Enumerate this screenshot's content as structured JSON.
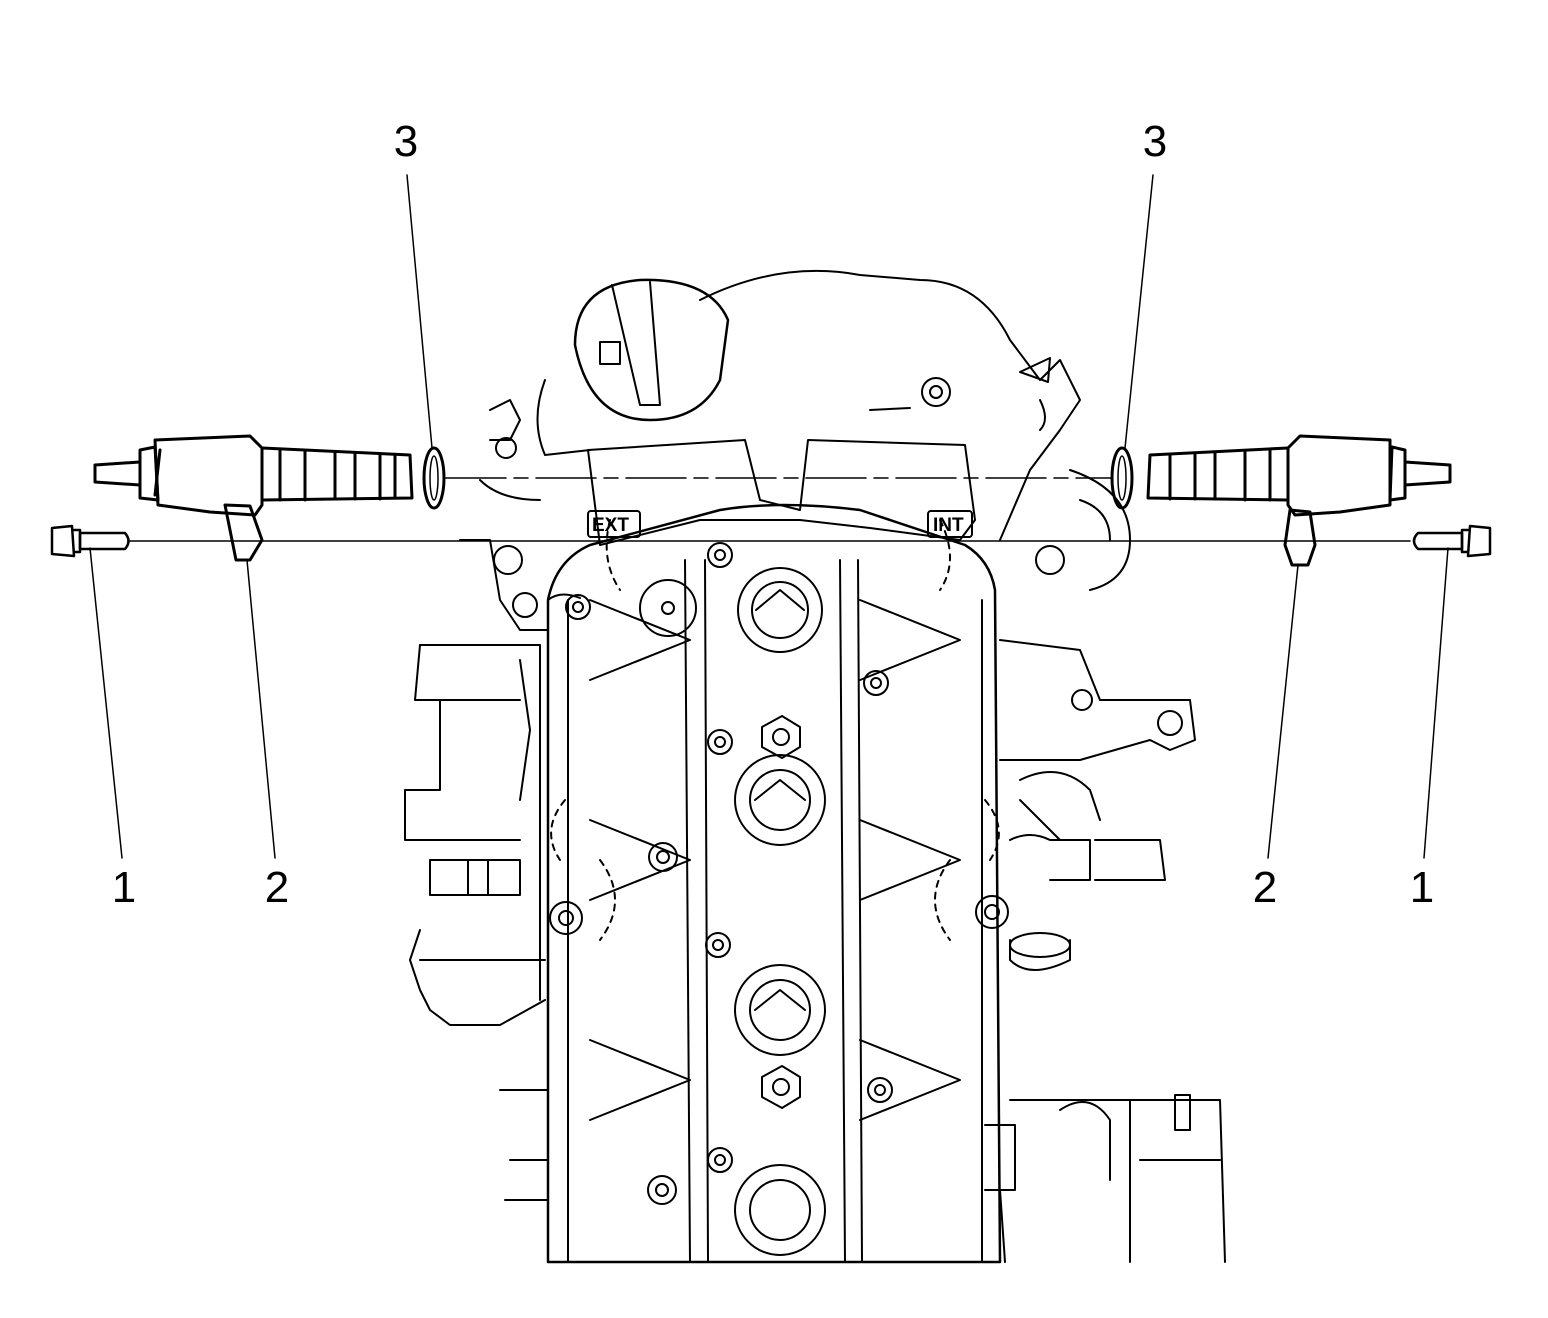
{
  "callouts": {
    "left_bolt": "1",
    "left_solenoid": "2",
    "left_seal": "3",
    "right_seal": "3",
    "right_solenoid": "2",
    "right_bolt": "1"
  },
  "engine_labels": {
    "exhaust": "EXT",
    "intake": "INT"
  },
  "colors": {
    "line": "#000000",
    "background": "#ffffff"
  }
}
